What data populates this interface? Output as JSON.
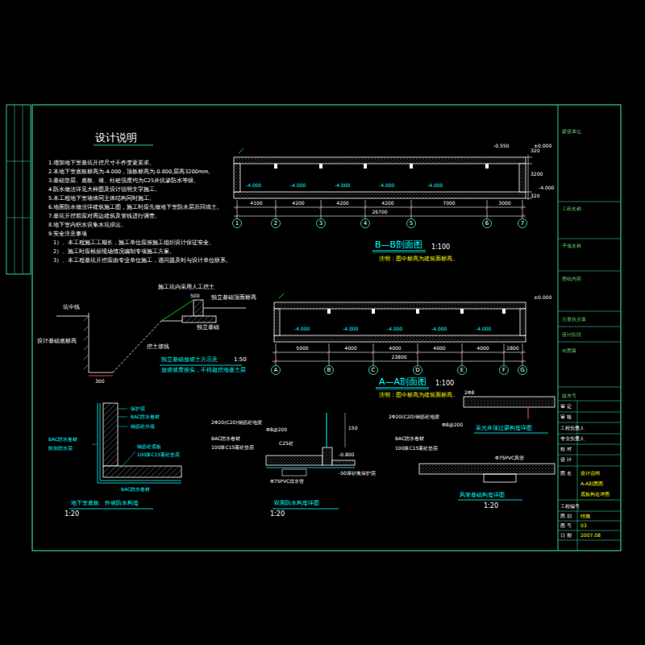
{
  "diagram": {
    "title": "设计说明",
    "nodes": [
      {
        "text": [
          "1"
        ]
      },
      {
        "text": [
          "2"
        ]
      },
      {
        "text": [
          "3"
        ]
      },
      {
        "text": [
          "4"
        ]
      },
      {
        "text": [
          "5"
        ]
      },
      {
        "text": [
          "6"
        ]
      },
      {
        "text": [
          "7"
        ]
      },
      {
        "text": [
          "A"
        ]
      },
      {
        "text": [
          "B"
        ]
      },
      {
        "text": [
          "C"
        ]
      },
      {
        "text": [
          "D"
        ]
      },
      {
        "text": [
          "E"
        ]
      },
      {
        "text": [
          "F"
        ]
      },
      {
        "text": [
          "G"
        ]
      }
    ],
    "labels": [
      "1.增加地下室基坑开挖尺寸不作变更要求。",
      "2.本地下室底板标高为-4.000，顶板标高为-0.800,层高3200mm。",
      "3.基础垫层、底板、墙、柱砼强度均为C25并抗渗防水等级。",
      "4.防水做法详见大样图及设计说明文字施工。",
      "5.本工程地下室墙体同主体结构同时施工。",
      "6.地面防水做法详建筑施工图，施工时应先做地下室防水层后回填土。",
      "7.基坑开挖前应对周边建筑及管线进行调查。",
      "8.地下室内积水设集水坑排出。",
      "9.安全注意事项",
      "1）、本工程施工工期长，施工单位应按施工组织设计保证安全。",
      "2）、施工时应根据现场情况编制专项施工方案。",
      "3）、本工程基坑开挖应由专业单位施工，遇问题及时与设计单位联系。",
      "-0.550",
      "±0.000",
      "320",
      "3200",
      "320",
      "-4.000",
      "-4.000",
      "-4.000",
      "-4.000",
      "-4.000",
      "-4.000",
      "4100",
      "4200",
      "4200",
      "4200",
      "7000",
      "3000",
      "26700",
      "B—B剖面图",
      "1:100",
      "注明：图中标高为建筑面标高。",
      "±0.000",
      "-4.000",
      "-4.000",
      "-4.000",
      "-4.000",
      "-4.000",
      "5000",
      "4000",
      "4000",
      "4000",
      "4000",
      "2800",
      "23800",
      "A—A剖面图",
      "1:100",
      "注明：图中标高为建筑面标高。",
      "坑中线",
      "施工坑内采用人工挖土",
      "500",
      "独立基础顶面标高",
      "独立基础",
      "设计基础底标高",
      "挖土坡线",
      "独立基础放坡土方示意",
      "1:50",
      "放坡坡度按实，不得超挖地基土层",
      "300",
      "保护层",
      "BAC防水卷材",
      "钢筋砼外墙",
      "BAC防水卷材",
      "附加防水层",
      "钢筋砼底板",
      "100厚C15素砼垫层",
      "BAC防水卷材",
      "地下室底板、外墙防水构造",
      "1:20",
      "2Φ20(C20)钢筋砼地梁",
      "Φ8@200",
      "BAC防水卷材",
      "100厚C15素砼垫层",
      "C25砼",
      "150",
      "-0.800",
      "-50厚砂浆保护层",
      "Φ75PVC排水管",
      "双面防水构造详图",
      "1:20",
      "2Φ8",
      "采光井顶过梁构造详图",
      "2Φ20(C20)钢筋砼地梁",
      "Φ8@200",
      "BAC防水卷材",
      "100厚C15素砼垫层",
      "Φ75PVC风管",
      "风管基础构造详图",
      "1:20",
      "建设单位",
      "工程名称",
      "子项名称",
      "图纸内容",
      "注册执业章",
      "设计阶段",
      "出图章",
      "版本号",
      "审 定",
      "审 核",
      "工程负责人",
      "专业负责人",
      "校 对",
      "设 计",
      "图 名",
      "设计说明",
      "A-A剖面图",
      "底板构造详图",
      "工程编号",
      "图 别",
      "结施",
      "图 号",
      "03",
      "日 期",
      "2007.08"
    ]
  }
}
